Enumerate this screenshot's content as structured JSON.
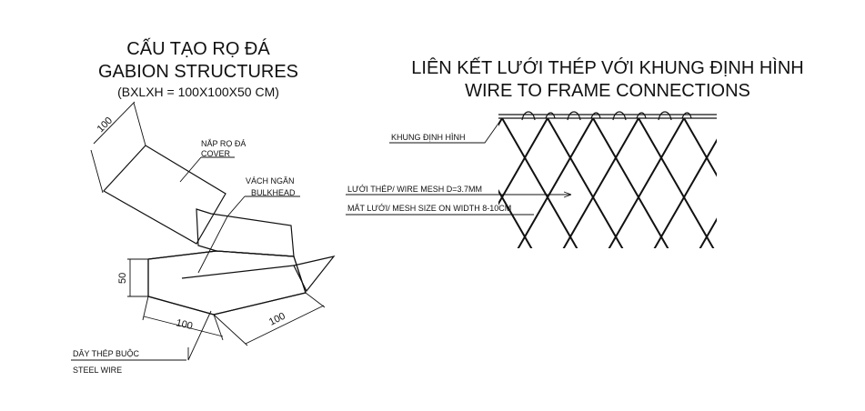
{
  "left": {
    "title_vi": "CẤU TẠO RỌ ĐÁ",
    "title_en": "GABION STRUCTURES",
    "subtitle": "(BXLXH = 100X100X50 CM)",
    "label_cover_vi": "NẮP RỌ ĐÁ",
    "label_cover_en": "COVER",
    "label_bulkhead_vi": "VÁCH NGĂN",
    "label_bulkhead_en": "BULKHEAD",
    "label_wire_vi": "DÂY THÉP BUỘC",
    "label_wire_en": "STEEL WIRE",
    "dim_top": "100",
    "dim_height": "50",
    "dim_bottom": "100",
    "dim_right": "100"
  },
  "right": {
    "title_vi": "LIÊN KẾT LƯỚI THÉP VỚI KHUNG ĐỊNH HÌNH",
    "title_en": "WIRE TO FRAME CONNECTIONS",
    "label_frame": "KHUNG ĐỊNH HÌNH",
    "label_mesh_1": "LƯỚI THÉP/ WIRE MESH D=3.7MM",
    "label_mesh_2": "MẮT LƯỚI/ MESH SIZE ON WIDTH 8-10CM"
  }
}
